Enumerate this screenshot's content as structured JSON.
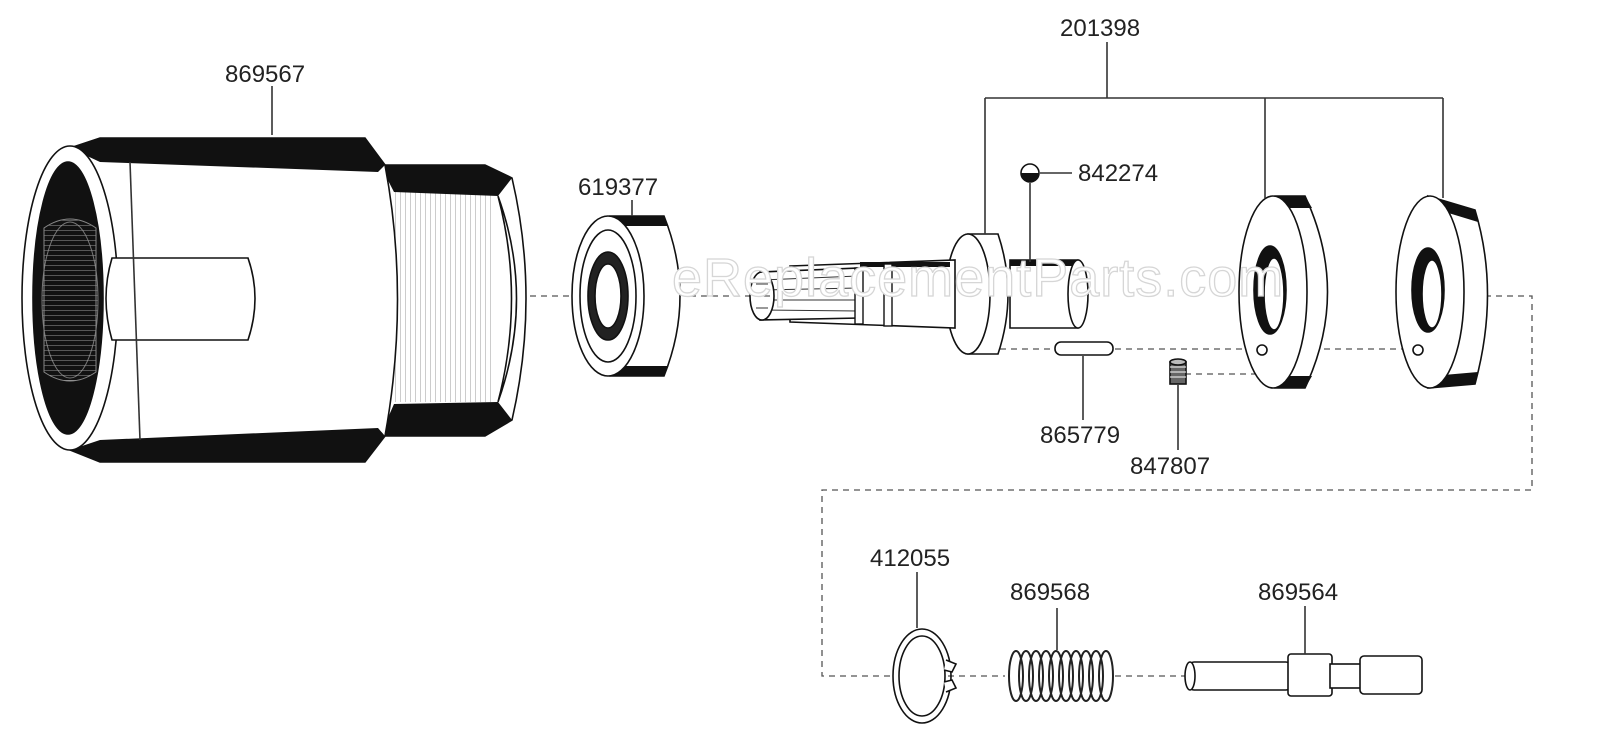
{
  "watermark": "eReplacementParts.com",
  "parts": [
    {
      "id": "p869567",
      "number": "869567",
      "name": "housing"
    },
    {
      "id": "p619377",
      "number": "619377",
      "name": "bearing"
    },
    {
      "id": "p201398",
      "number": "201398",
      "name": "spindle-assembly"
    },
    {
      "id": "p842274",
      "number": "842274",
      "name": "ball"
    },
    {
      "id": "p865779",
      "number": "865779",
      "name": "pin"
    },
    {
      "id": "p847807",
      "number": "847807",
      "name": "set-screw"
    },
    {
      "id": "p412055",
      "number": "412055",
      "name": "retaining-ring"
    },
    {
      "id": "p869568",
      "number": "869568",
      "name": "spring"
    },
    {
      "id": "p869564",
      "number": "869564",
      "name": "shaft"
    }
  ]
}
